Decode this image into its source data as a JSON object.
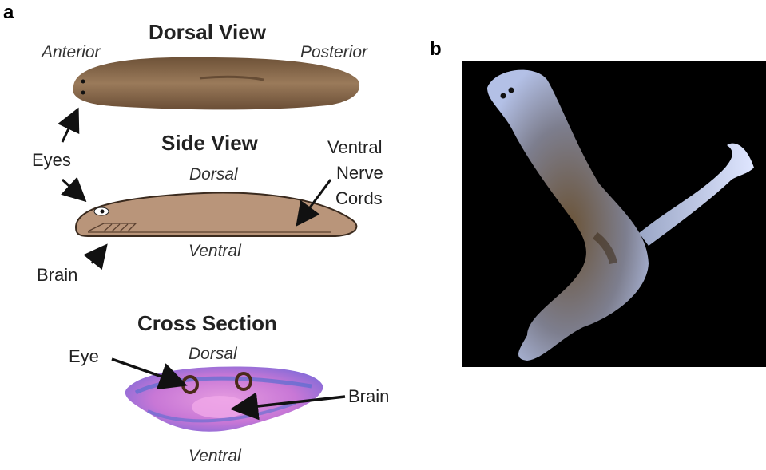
{
  "panel_a": {
    "letter": "a",
    "dorsal_view": {
      "title": "Dorsal View",
      "anterior": "Anterior",
      "posterior": "Posterior"
    },
    "side_view": {
      "title": "Side View",
      "dorsal": "Dorsal",
      "ventral": "Ventral",
      "ventral_nerve_line1": "Ventral",
      "ventral_nerve_line2": "Nerve",
      "ventral_nerve_line3": "Cords"
    },
    "eyes_label": "Eyes",
    "brain_label": "Brain",
    "cross_section": {
      "title": "Cross Section",
      "dorsal": "Dorsal",
      "ventral": "Ventral",
      "eye": "Eye",
      "brain": "Brain"
    }
  },
  "panel_b": {
    "letter": "b"
  },
  "colors": {
    "flatworm_body": "#8a6a4a",
    "side_body": "#b9957a",
    "stain_pink": "#d77fd3",
    "stain_blue": "#6b7fd6",
    "photo_bg": "#000000"
  }
}
